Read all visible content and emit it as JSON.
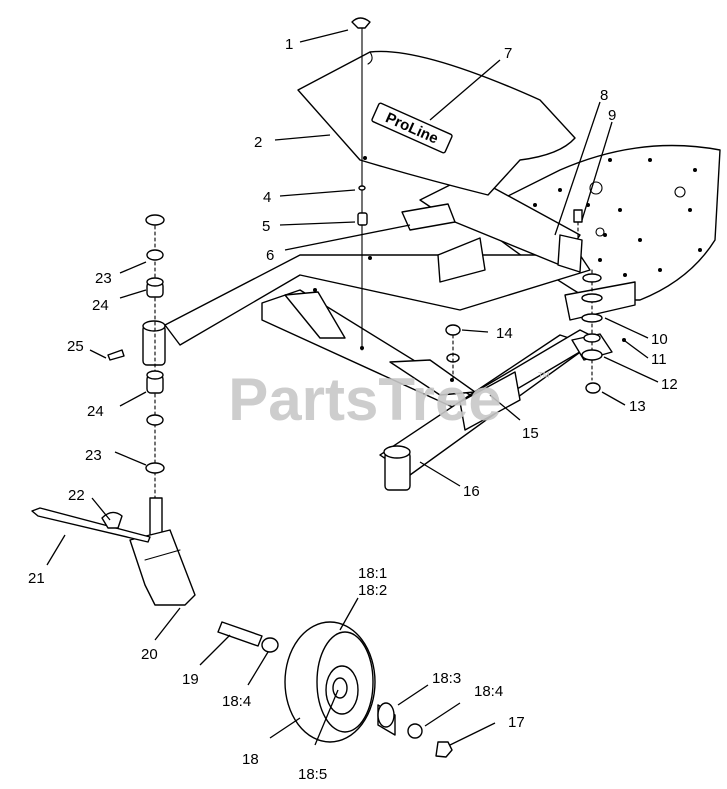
{
  "watermark": {
    "text": "PartsTree",
    "trademark": "TM"
  },
  "decal_text": "ProLine",
  "callouts": [
    {
      "id": "1",
      "label": "1"
    },
    {
      "id": "2",
      "label": "2"
    },
    {
      "id": "4",
      "label": "4"
    },
    {
      "id": "5",
      "label": "5"
    },
    {
      "id": "6",
      "label": "6"
    },
    {
      "id": "7",
      "label": "7"
    },
    {
      "id": "8",
      "label": "8"
    },
    {
      "id": "9",
      "label": "9"
    },
    {
      "id": "10",
      "label": "10"
    },
    {
      "id": "11",
      "label": "11"
    },
    {
      "id": "12",
      "label": "12"
    },
    {
      "id": "13",
      "label": "13"
    },
    {
      "id": "14",
      "label": "14"
    },
    {
      "id": "15",
      "label": "15"
    },
    {
      "id": "16",
      "label": "16"
    },
    {
      "id": "17",
      "label": "17"
    },
    {
      "id": "18",
      "label": "18"
    },
    {
      "id": "18-1",
      "label": "18:1"
    },
    {
      "id": "18-2",
      "label": "18:2"
    },
    {
      "id": "18-3",
      "label": "18:3"
    },
    {
      "id": "18-4a",
      "label": "18:4"
    },
    {
      "id": "18-4b",
      "label": "18:4"
    },
    {
      "id": "18-5",
      "label": "18:5"
    },
    {
      "id": "19",
      "label": "19"
    },
    {
      "id": "20",
      "label": "20"
    },
    {
      "id": "21",
      "label": "21"
    },
    {
      "id": "22",
      "label": "22"
    },
    {
      "id": "23a",
      "label": "23"
    },
    {
      "id": "23b",
      "label": "23"
    },
    {
      "id": "24a",
      "label": "24"
    },
    {
      "id": "24b",
      "label": "24"
    },
    {
      "id": "25",
      "label": "25"
    }
  ]
}
